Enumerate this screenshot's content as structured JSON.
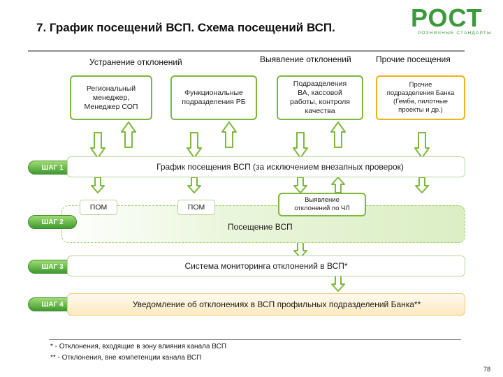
{
  "title": "7. График посещений ВСП. Схема посещений ВСП.",
  "logo": {
    "word": "РОСТ",
    "subtitle": "РОЗНИЧНЫЕ СТАНДАРТЫ"
  },
  "categories": {
    "elimination": "Устранение отклонений",
    "detection": "Выявление отклонений",
    "other": "Прочие посещения"
  },
  "sources": [
    {
      "label": "Региональный\nменеджер,\nМенеджер СОП"
    },
    {
      "label": "Функциональные\nподразделения РБ"
    },
    {
      "label": "Подразделения\nВА, кассовой\nработы, контроля\nкачества"
    },
    {
      "label": "Прочие\nподразделения Банка\n(Гемба, пилотные\nпроекты и др.)"
    }
  ],
  "steps": [
    "ШАГ 1",
    "ШАГ 2",
    "ШАГ 3",
    "ШАГ 4"
  ],
  "schedule_bar": "График посещения ВСП (за исключением внезапных проверок)",
  "pom_labels": [
    "ПОМ",
    "ПОМ"
  ],
  "detection_box": "Выявление\nотклонений по ЧЛ",
  "visit_label": "Посещение ВСП",
  "monitoring_bar": "Система мониторинга отклонений в ВСП*",
  "notification_bar": "Уведомление об отклонениях в ВСП профильных подразделений Банка**",
  "footnotes": [
    "* - Отклонения, входящие в зону влияния канала ВСП",
    "** - Отклонения, вне компетенции канала ВСП"
  ],
  "page_number": "78",
  "colors": {
    "green": "#7cb83a",
    "orange": "#f0b21b",
    "arrow_fill": "#ffffff",
    "arrow_stroke": "#7cb83a"
  }
}
